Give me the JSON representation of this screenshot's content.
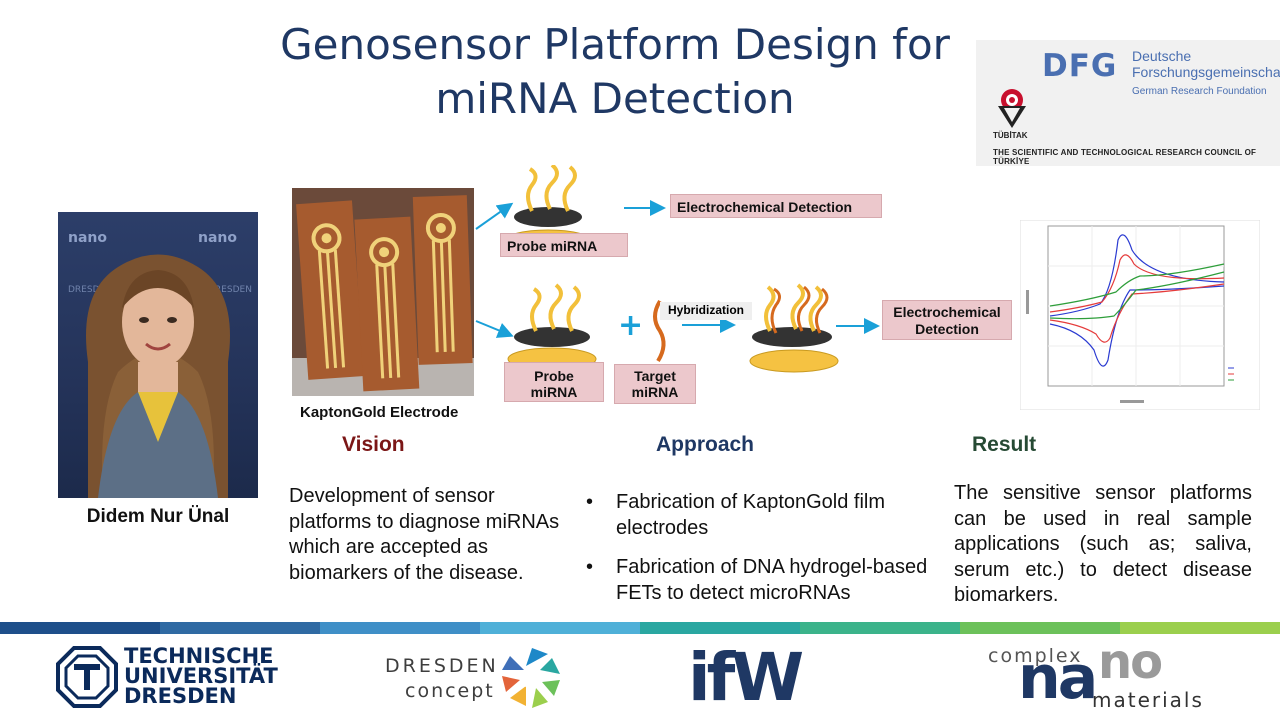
{
  "slide": {
    "title_line1": "Genosensor Platform Design for",
    "title_line2": "miRNA Detection"
  },
  "funders": {
    "dfg_mark": "DFG",
    "dfg_name_line1": "Deutsche",
    "dfg_name_line2": "Forschungsgemeinschaft",
    "dfg_english": "German Research Foundation",
    "tubitak_name": "TÜBİTAK",
    "tubitak_full": "THE SCIENTIFIC AND TECHNOLOGICAL RESEARCH COUNCIL OF TÜRKİYE"
  },
  "person": {
    "name": "Didem Nur Ünal"
  },
  "electrode": {
    "label": "KaptonGold Electrode"
  },
  "diagram": {
    "electrochemical_detection_1": "Electrochemical Detection",
    "electrochemical_detection_2_line1": "Electrochemical",
    "electrochemical_detection_2_line2": "Detection",
    "probe_top": "Probe miRNA",
    "probe_bottom": "Probe miRNA",
    "target_line1": "Target",
    "target_line2": "miRNA",
    "hybridization": "Hybridization",
    "plus_symbol": "+"
  },
  "sections": {
    "vision": {
      "heading": "Vision",
      "text": "Development of sensor platforms to diagnose miRNAs which are accepted as biomarkers of the disease."
    },
    "approach": {
      "heading": "Approach",
      "bullets": [
        "Fabrication of KaptonGold film electrodes",
        "Fabrication of DNA hydrogel-based FETs to detect microRNAs"
      ],
      "bullet_symbol": "•"
    },
    "result": {
      "heading": "Result",
      "text": "The sensitive sensor platforms can be used in real sample applications (such as; saliva, serum etc.)  to detect disease biomarkers."
    }
  },
  "footer": {
    "tud_line1": "TECHNISCHE",
    "tud_line2": "UNIVERSITÄT",
    "tud_line3": "DRESDEN",
    "dresden_concept_line1": "DRESDEN",
    "dresden_concept_line2": "concept",
    "ifw_text": "ifW",
    "complex_nano_top": "complex",
    "complex_nano_na": "na",
    "complex_nano_no": "no",
    "complex_nano_bottom": "materials",
    "band_colors": [
      "#1e4f8a",
      "#2f6aa3",
      "#3f8fc7",
      "#4fb0d8",
      "#2aa7a1",
      "#3bb38a",
      "#6cc15a",
      "#9bcf4d"
    ]
  },
  "colors": {
    "title": "#1F3864",
    "vision_heading": "#7b1616",
    "approach_heading": "#1F3864",
    "result_heading": "#264a34",
    "pink_box": "#ecc8cc",
    "gold_disc": "#f5c242",
    "arrow": "#1aa0d8"
  }
}
